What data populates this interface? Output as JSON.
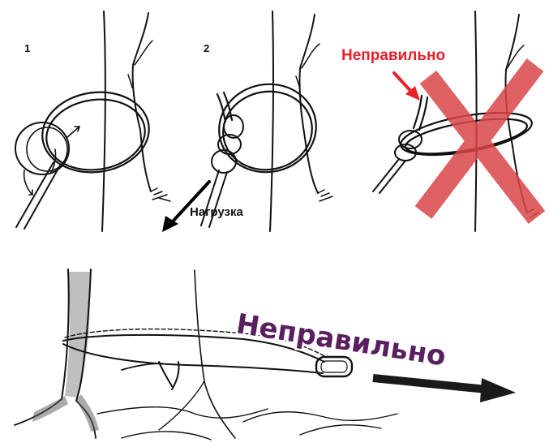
{
  "panels": {
    "step1": {
      "number": "1"
    },
    "step2": {
      "number": "2",
      "load_label": "Нагрузка"
    },
    "wrong_top": {
      "label": "Неправильно"
    },
    "wrong_bottom": {
      "label": "Неправильно"
    }
  },
  "colors": {
    "ink": "#111111",
    "wrong_red": "#e8202a",
    "cross_red": "#d9464a",
    "wrong_purple": "#5a1f5e"
  },
  "icons": [
    "arrow-icon",
    "cross-icon",
    "carabiner-icon"
  ]
}
